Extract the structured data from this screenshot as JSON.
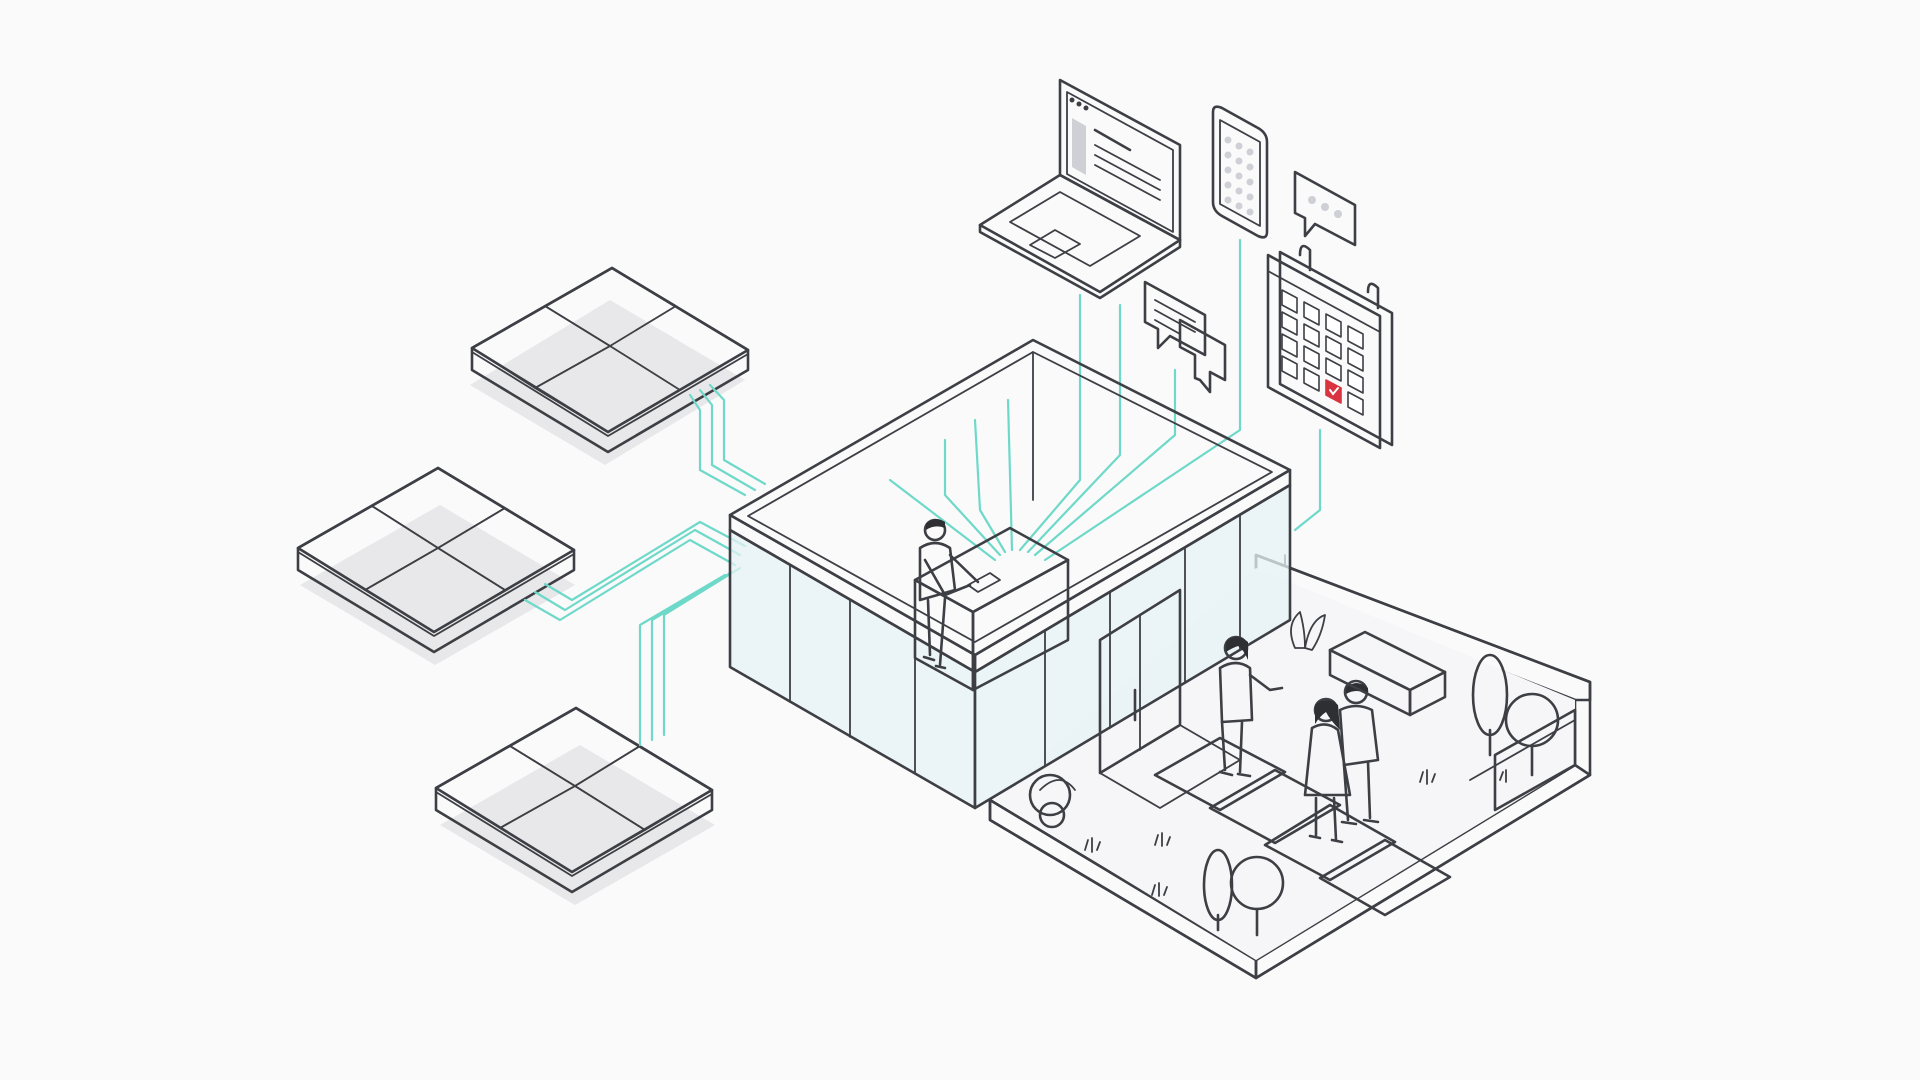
{
  "colors": {
    "background": "#fafafb",
    "outline": "#3d3f45",
    "connector": "#6fd9c9",
    "tile_dark": "#cfd0d5",
    "tile_light": "#eeeef1",
    "glass": "#e6f2f4",
    "accent_check": "#d9343f"
  },
  "icons": {
    "module_tiles": [
      "module-tile-icon",
      "module-tile-icon",
      "module-tile-icon"
    ],
    "floating_devices": [
      "laptop-icon",
      "smartphone-icon",
      "chat-bubble-icon",
      "message-bubbles-icon",
      "calendar-icon"
    ],
    "scene": [
      "glass-building-icon",
      "person-icon",
      "tree-icon",
      "bench-icon"
    ]
  },
  "calendar": {
    "rows": 4,
    "columns": 4,
    "checked_cell": 14
  }
}
